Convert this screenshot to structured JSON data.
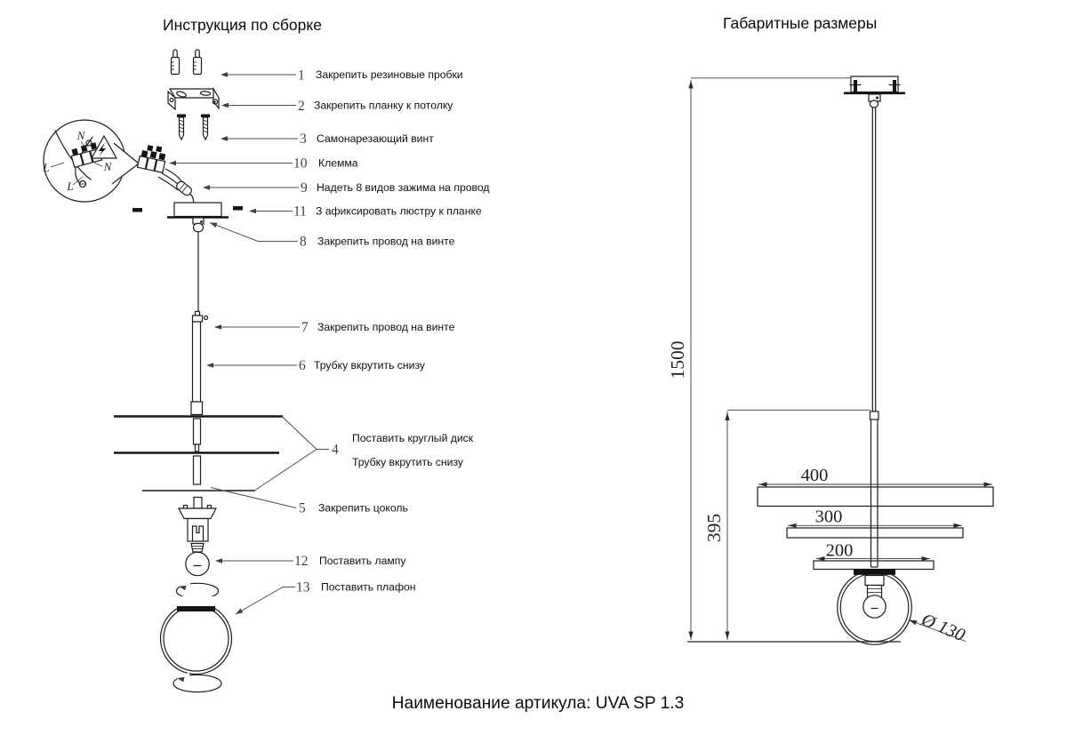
{
  "page": {
    "background": "#ffffff",
    "ink_color": "#1c1c1c",
    "footer_label": "Наименование артикула: UVA SP 1.3"
  },
  "assembly": {
    "title": "Инструкция по сборке",
    "callouts": [
      {
        "num": "1",
        "label": "Закрепить резиновые пробки"
      },
      {
        "num": "2",
        "label": "Закрепить планку к потолку"
      },
      {
        "num": "3",
        "label": "Самонарезающий винт"
      },
      {
        "num": "10",
        "label": "Клемма"
      },
      {
        "num": "9",
        "label": "Надеть 8 видов зажима на провод"
      },
      {
        "num": "11",
        "label": "З афиксировать люстру к планке"
      },
      {
        "num": "8",
        "label": "Закрепить провод на винте"
      },
      {
        "num": "7",
        "label": "Закрепить провод на винте"
      },
      {
        "num": "6",
        "label": "Трубку вкрутить снизу"
      },
      {
        "num": "4",
        "label": "Поставить круглый диск",
        "label2": "Трубку вкрутить снизу"
      },
      {
        "num": "5",
        "label": "Закрепить цоколь"
      },
      {
        "num": "12",
        "label": "Поставить лампу"
      },
      {
        "num": "13",
        "label": "Поставить плафон"
      }
    ],
    "wiring_labels": [
      "N",
      "L",
      "N",
      "L"
    ]
  },
  "dimensions_panel": {
    "title": "Габаритные размеры",
    "total_height": "1500",
    "pendant_height": "395",
    "disc_large_width": "400",
    "disc_medium_width": "300",
    "disc_small_width": "200",
    "shade_diameter": "Ø 130"
  }
}
